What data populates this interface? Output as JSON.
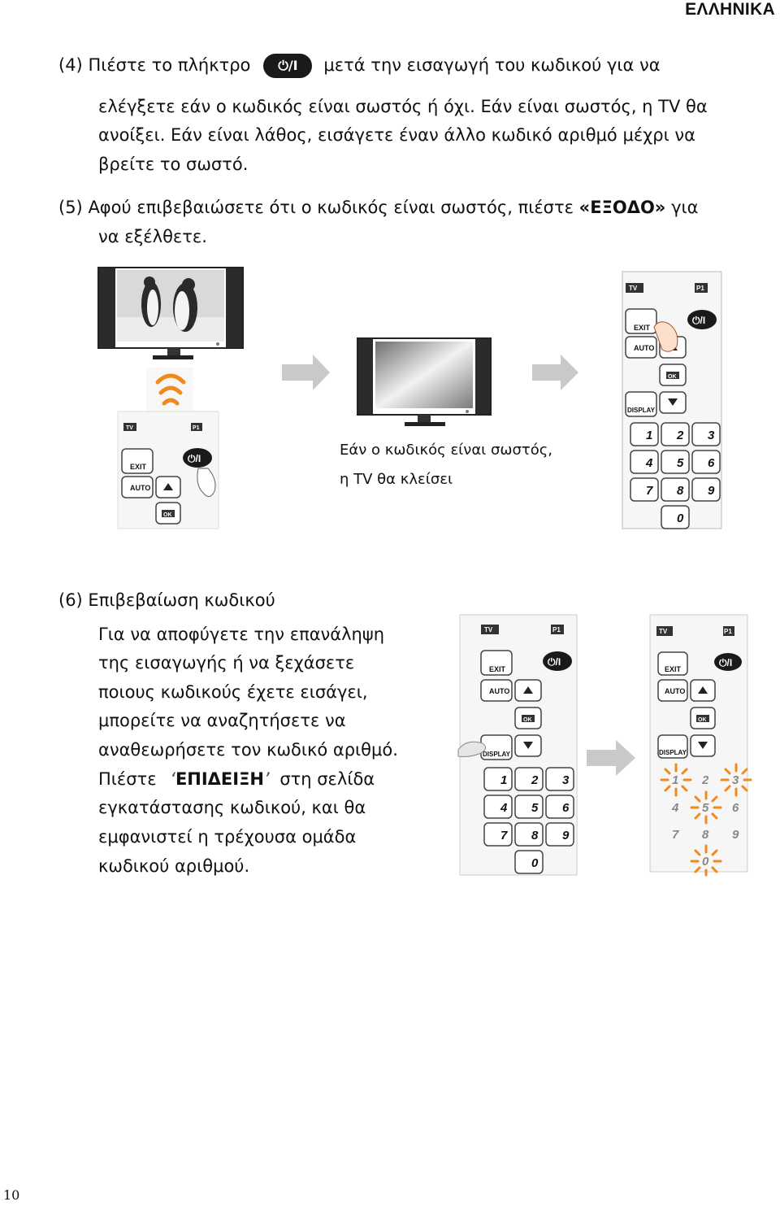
{
  "header": {
    "language": "ΕΛΛΗΝΙΚΑ"
  },
  "step4": {
    "number": "(4)",
    "before_button": "Πιέστε το πλήκτρο",
    "button_label": "⏻/I",
    "after_button": "μετά την εισαγωγή του κωδικού για να",
    "line2": "ελέγξετε εάν ο κωδικός είναι σωστός ή όχι. Εάν είναι σωστός, η TV θα",
    "line3": "ανοίξει. Εάν είναι λάθος, εισάγετε έναν άλλο κωδικό αριθμό μέχρι να",
    "line4": "βρείτε το σωστό."
  },
  "step5": {
    "number": "(5)",
    "text_before": "Αφού επιβεβαιώσετε ότι ο κωδικός είναι σωστός, πιέστε",
    "highlight": "«ΕΞΟΔΟ»",
    "text_after": "για",
    "line2": "να εξέλθετε."
  },
  "figure1": {
    "caption_line1": "Εάν ο κωδικός είναι σωστός,",
    "caption_line2": "η TV θα κλείσει"
  },
  "remote": {
    "tv": "TV",
    "p1": "P1",
    "exit": "EXIT",
    "auto": "AUTO",
    "ok": "OK",
    "display": "DISPLAY",
    "power": "⏻/I",
    "digits": [
      "1",
      "2",
      "3",
      "4",
      "5",
      "6",
      "7",
      "8",
      "9",
      "0"
    ]
  },
  "step6": {
    "heading": "(6) Επιβεβαίωση κωδικού",
    "line1": "Για να αποφύγετε την επανάληψη",
    "line2": "της εισαγωγής ή να ξεχάσετε",
    "line3": "ποιους κωδικούς έχετε εισάγει,",
    "line4": "μπορείτε να αναζητήσετε να",
    "line5": "αναθεωρήσετε τον κωδικό αριθμό.",
    "line6_before": "Πιέστε",
    "line6_highlight": "ΕΠΙΔΕΙΞΗ",
    "line6_after": "στη σελίδα",
    "line7": "εγκατάστασης κωδικού, και θα",
    "line8": "εμφανιστεί η τρέχουσα ομάδα",
    "line9": "κωδικού αριθμού."
  },
  "footer": {
    "page_number": "10"
  },
  "colors": {
    "flash": "#f08a1e",
    "arrow": "#c9c9c9",
    "pill": "#1a1a1a"
  }
}
